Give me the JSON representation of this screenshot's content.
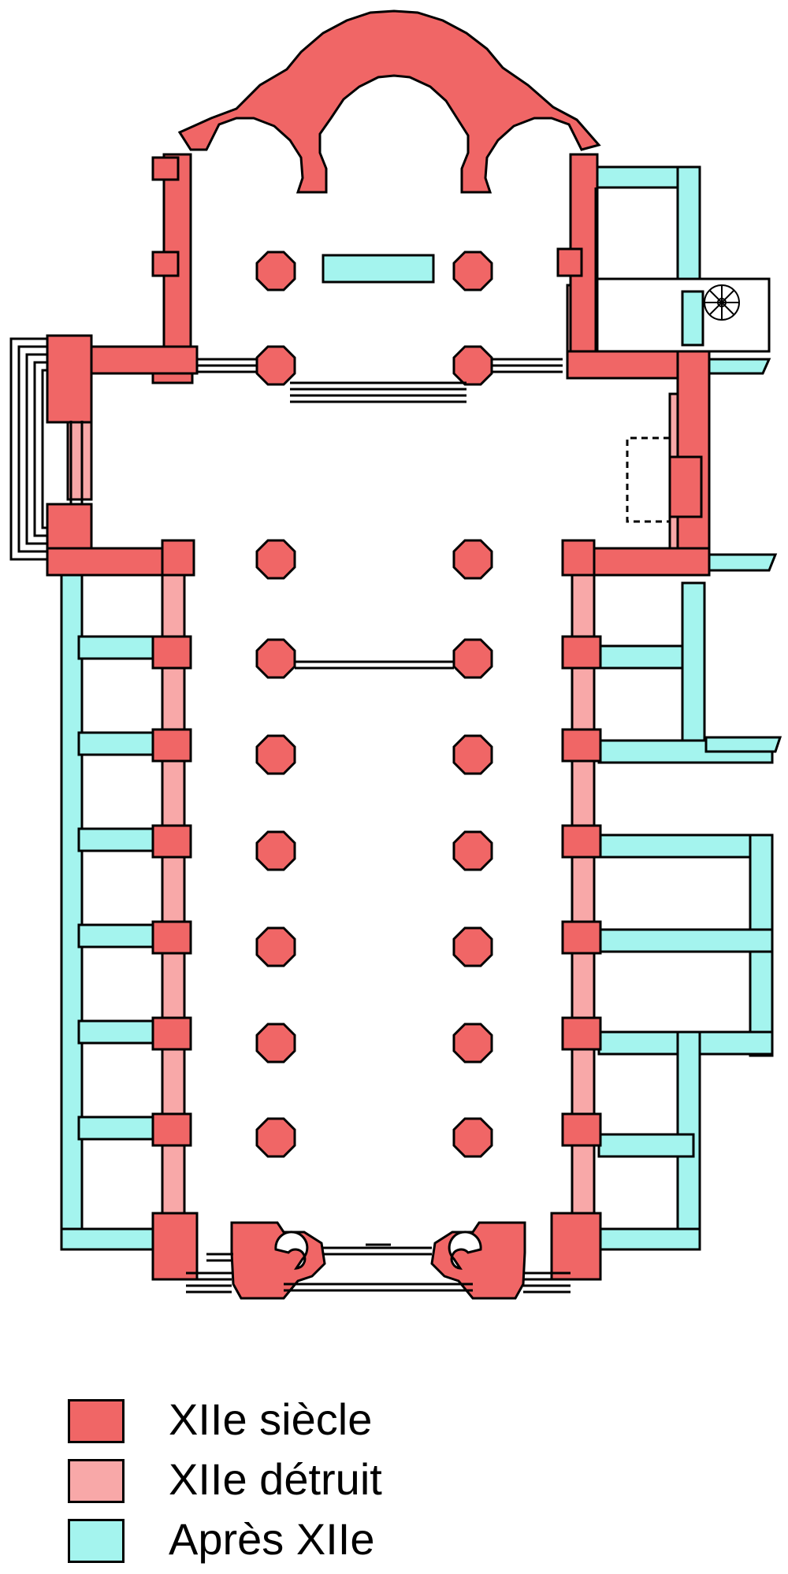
{
  "colors": {
    "xii_siecle": "#f06666",
    "xii_detruit": "#f8a8a8",
    "apres_xii": "#a4f4ee",
    "outline": "#000000"
  },
  "legend": [
    {
      "label": "XIIe siècle",
      "color_key": "xii_siecle"
    },
    {
      "label": "XIIe détruit",
      "color_key": "xii_detruit"
    },
    {
      "label": "Après XIIe",
      "color_key": "apres_xii"
    }
  ]
}
